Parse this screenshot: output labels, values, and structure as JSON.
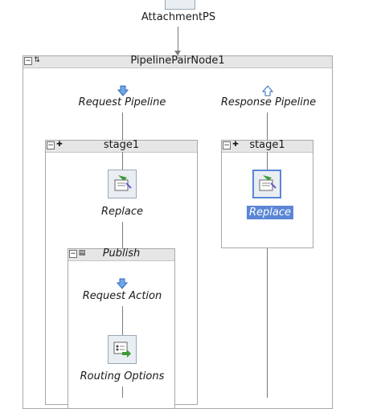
{
  "top": {
    "label": "AttachmentPS"
  },
  "pipeline_pair": {
    "title": "PipelinePairNode1"
  },
  "request": {
    "label": "Request Pipeline",
    "stage": {
      "title": "stage1",
      "action": "Replace"
    },
    "publish": {
      "title": "Publish",
      "request_action": "Request Action",
      "routing": "Routing Options"
    }
  },
  "response": {
    "label": "Response Pipeline",
    "stage": {
      "title": "stage1",
      "action": "Replace"
    }
  },
  "colors": {
    "selected": "#5b86d6",
    "header": "#e6e6e6",
    "connector": "#7a7a7a"
  }
}
